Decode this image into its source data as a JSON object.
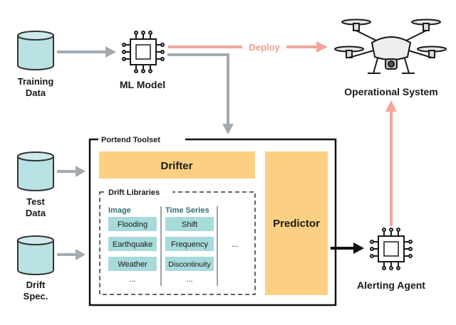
{
  "inputs": {
    "training_data": [
      "Training",
      "Data"
    ],
    "test_data": [
      "Test",
      "Data"
    ],
    "drift_spec": [
      "Drift",
      "Spec."
    ]
  },
  "ml_model": {
    "label": "ML Model"
  },
  "deploy": {
    "label": "Deploy"
  },
  "operational_system": {
    "label": "Operational System"
  },
  "alerting_agent": {
    "label": "Alerting Agent"
  },
  "toolset": {
    "title": "Portend Toolset",
    "drifter": "Drifter",
    "predictor": "Predictor",
    "drift_libraries": {
      "title": "Drift Libraries",
      "columns": [
        {
          "header": "Image",
          "items": [
            "Flooding",
            "Earthquake",
            "Weather"
          ],
          "more": "..."
        },
        {
          "header": "Time Series",
          "items": [
            "Shift",
            "Frequency",
            "Discontinuity"
          ],
          "more": "..."
        }
      ],
      "more": "..."
    }
  },
  "colors": {
    "cylinder": "#b9e2e4",
    "library_item": "#a7dadb",
    "component": "#fcd083",
    "flow_arrow": "#a3aab1",
    "deploy_arrow": "#f4a59c",
    "column_header": "#2f6d7a"
  }
}
